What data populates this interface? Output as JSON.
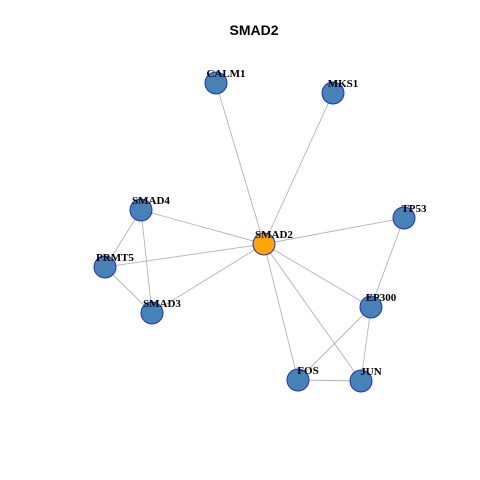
{
  "title": "SMAD2",
  "colors": {
    "hub_fill": "#FFA500",
    "node_fill": "#4682B4",
    "node_stroke": "#1F2DD6",
    "hub_stroke": "#1F2DD6",
    "edge": "#B3B3B3"
  },
  "nodes": [
    {
      "id": "SMAD2",
      "label": "SMAD2",
      "hub": true
    },
    {
      "id": "CALM1",
      "label": "CALM1"
    },
    {
      "id": "MKS1",
      "label": "MKS1"
    },
    {
      "id": "SMAD4",
      "label": "SMAD4"
    },
    {
      "id": "TP53",
      "label": "TP53"
    },
    {
      "id": "PRMT5",
      "label": "PRMT5"
    },
    {
      "id": "SMAD3",
      "label": "SMAD3"
    },
    {
      "id": "EP300",
      "label": "EP300"
    },
    {
      "id": "FOS",
      "label": "FOS"
    },
    {
      "id": "JUN",
      "label": "JUN"
    }
  ],
  "edges": [
    [
      "SMAD2",
      "CALM1"
    ],
    [
      "SMAD2",
      "MKS1"
    ],
    [
      "SMAD2",
      "SMAD4"
    ],
    [
      "SMAD2",
      "TP53"
    ],
    [
      "SMAD2",
      "PRMT5"
    ],
    [
      "SMAD2",
      "SMAD3"
    ],
    [
      "SMAD2",
      "EP300"
    ],
    [
      "SMAD2",
      "FOS"
    ],
    [
      "SMAD2",
      "JUN"
    ],
    [
      "SMAD4",
      "PRMT5"
    ],
    [
      "SMAD4",
      "SMAD3"
    ],
    [
      "PRMT5",
      "SMAD3"
    ],
    [
      "TP53",
      "EP300"
    ],
    [
      "EP300",
      "FOS"
    ],
    [
      "EP300",
      "JUN"
    ],
    [
      "FOS",
      "JUN"
    ]
  ]
}
